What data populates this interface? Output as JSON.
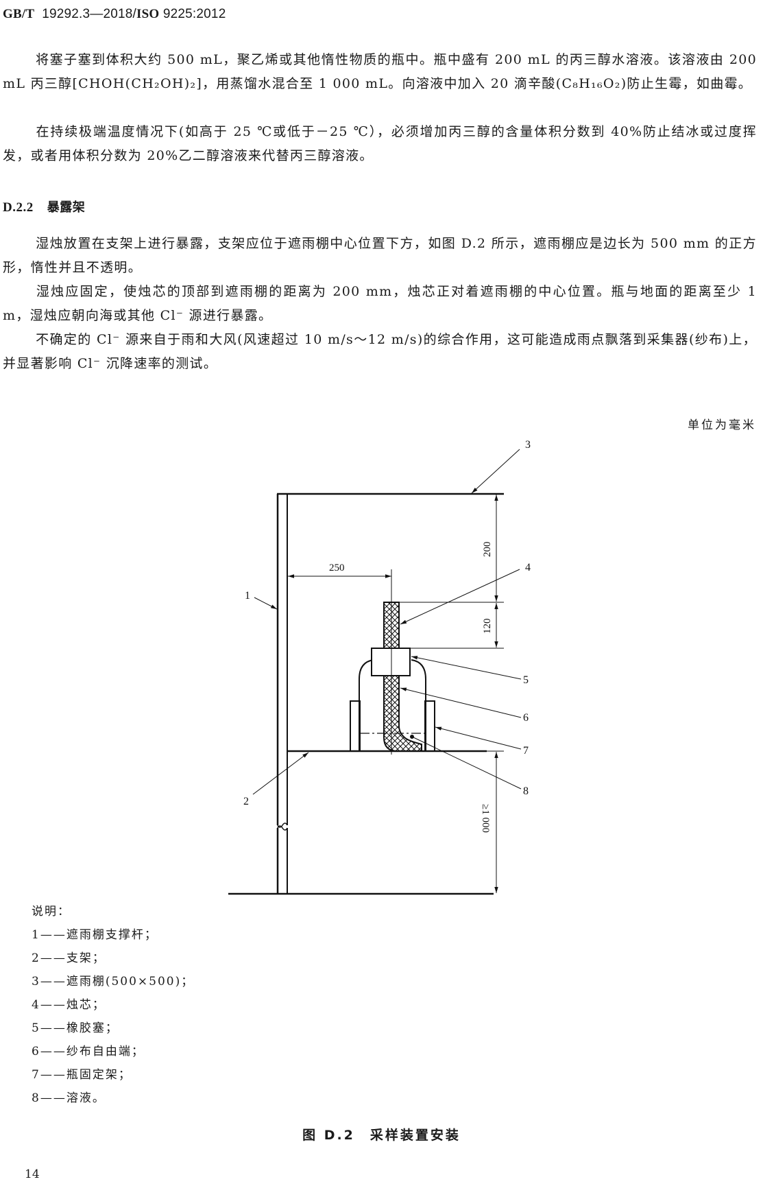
{
  "header": {
    "standard_prefix": "GB/T",
    "standard_number": "19292.3—2018/",
    "iso_prefix": "ISO",
    "iso_number": "9225:2012"
  },
  "paragraphs": [
    {
      "id": "p1",
      "text": "将塞子塞到体积大约 500 mL，聚乙烯或其他惰性物质的瓶中。瓶中盛有 200 mL 的丙三醇水溶液。该溶液由 200 mL 丙三醇[CHOH(CH₂OH)₂]，用蒸馏水混合至 1 000 mL。向溶液中加入 20 滴辛酸(C₈H₁₆O₂)防止生霉，如曲霉。"
    },
    {
      "id": "p2",
      "text": "在持续极端温度情况下(如高于 25 ℃或低于－25 ℃），必须增加丙三醇的含量体积分数到 40%防止结冰或过度挥发，或者用体积分数为 20%乙二醇溶液来代替丙三醇溶液。"
    }
  ],
  "section": {
    "number": "D.2.2",
    "title": "暴露架"
  },
  "section_paragraphs": [
    {
      "id": "p3",
      "text": "湿烛放置在支架上进行暴露，支架应位于遮雨棚中心位置下方，如图 D.2 所示，遮雨棚应是边长为 500 mm 的正方形，惰性并且不透明。"
    },
    {
      "id": "p4",
      "text": "湿烛应固定，使烛芯的顶部到遮雨棚的距离为 200 mm，烛芯正对着遮雨棚的中心位置。瓶与地面的距离至少 1 m，湿烛应朝向海或其他 Cl⁻ 源进行暴露。"
    },
    {
      "id": "p5",
      "text": "不确定的 Cl⁻ 源来自于雨和大风(风速超过 10 m/s～12 m/s)的综合作用，这可能造成雨点飘落到采集器(纱布)上，并显著影响 Cl⁻ 沉降速率的测试。"
    }
  ],
  "figure": {
    "unit_note": "单位为毫米",
    "dimensions": {
      "horizontal": "250",
      "top_gap": "200",
      "wick": "120",
      "height": "≥1 000"
    },
    "callouts": [
      "1",
      "2",
      "3",
      "4",
      "5",
      "6",
      "7",
      "8"
    ],
    "legend_title": "说明：",
    "legend": [
      "1——遮雨棚支撑杆；",
      "2——支架；",
      "3——遮雨棚(500×500)；",
      "4——烛芯；",
      "5——橡胶塞；",
      "6——纱布自由端；",
      "7——瓶固定架；",
      "8——溶液。"
    ],
    "caption": "图 D.2　采样装置安装"
  },
  "page_number": "14"
}
